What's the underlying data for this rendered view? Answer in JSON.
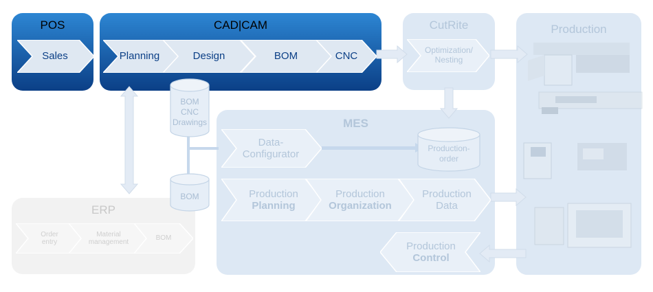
{
  "pos": {
    "title": "POS",
    "sales": "Sales"
  },
  "cadcam": {
    "title": "CAD|CAM",
    "planning": "Planning",
    "design": "Design",
    "bom": "BOM",
    "cnc": "CNC"
  },
  "cutrite": {
    "title": "CutRite",
    "optimization_line1": "Optimization/",
    "optimization_line2": "Nesting"
  },
  "production": {
    "title": "Production"
  },
  "mes": {
    "title": "MES",
    "data_config_line1": "Data-",
    "data_config_line2": "Configurator",
    "order_db_line1": "Production-",
    "order_db_line2": "order",
    "planning_line1": "Production",
    "planning_line2": "Planning",
    "organization_line1": "Production",
    "organization_line2": "Organization",
    "data_line1": "Production",
    "data_line2": "Data",
    "control_line1": "Production",
    "control_line2": "Control"
  },
  "db_bom_cnc": {
    "line1": "BOM",
    "line2": "CNC",
    "line3": "Drawings"
  },
  "db_bom": {
    "label": "BOM"
  },
  "erp": {
    "title": "ERP",
    "order_line1": "Order",
    "order_line2": "entry",
    "material_line1": "Material",
    "material_line2": "management",
    "bom": "BOM"
  },
  "colors": {
    "blue_dark": "#0b3f86",
    "blue_light": "#2f86d2",
    "pale_panel": "#dde8f4",
    "pale_text": "#9eb4cc",
    "erp_panel": "#f2f2f2"
  }
}
